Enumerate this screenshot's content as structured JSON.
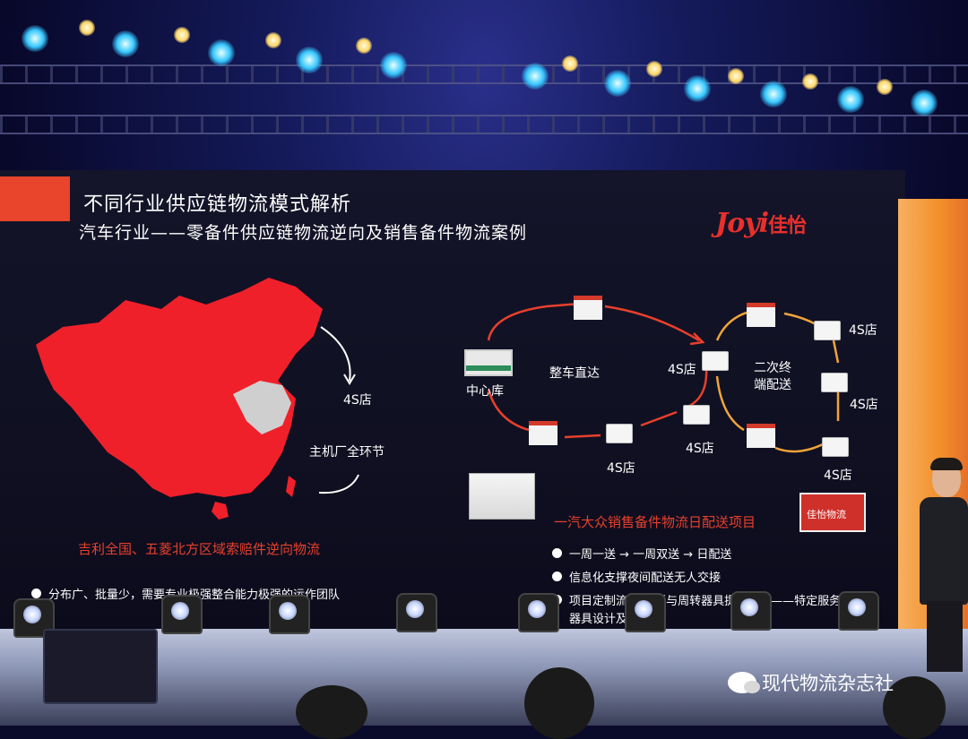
{
  "slide": {
    "title": "不同行业供应链物流模式解析",
    "subtitle": "汽车行业——零备件供应链物流逆向及销售备件物流案例",
    "logo_latin": "Joyi",
    "logo_cn": "佳怡",
    "map": {
      "label_4s": "4S店",
      "label_oem": "主机厂全环节",
      "caption": "吉利全国、五菱北方区域索赔件逆向物流"
    },
    "left_bullet": "分布广、批量少，需要专业极强整合能力极强的运作团队",
    "diagram": {
      "center_warehouse": "中心库",
      "direct": "整车直达",
      "secondary_1": "二次终",
      "secondary_2": "端配送",
      "store_label": "4S店"
    },
    "right_heading": "一汽大众销售备件物流日配送项目",
    "right_bullets": [
      "一周一送 → 一周双送 → 日配送",
      "信息化支撑夜间配送无人交接",
      "项目定制流程 模板与周转器具提升效率——特定服务",
      "器具设计及配"
    ],
    "truck_text": "佳怡物流"
  },
  "watermark": "现代物流杂志社",
  "colors": {
    "accent_red": "#e8452c",
    "map_red": "#f0202a",
    "map_grey": "#cfcfcf"
  }
}
